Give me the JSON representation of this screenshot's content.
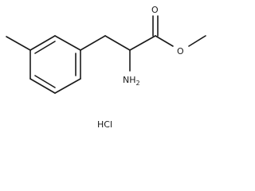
{
  "molecule": {
    "atoms": {
      "carbonyl_oxygen": "O",
      "ester_oxygen": "O",
      "amine": {
        "main": "NH",
        "subscript": "2"
      }
    },
    "salt": "HCl"
  }
}
